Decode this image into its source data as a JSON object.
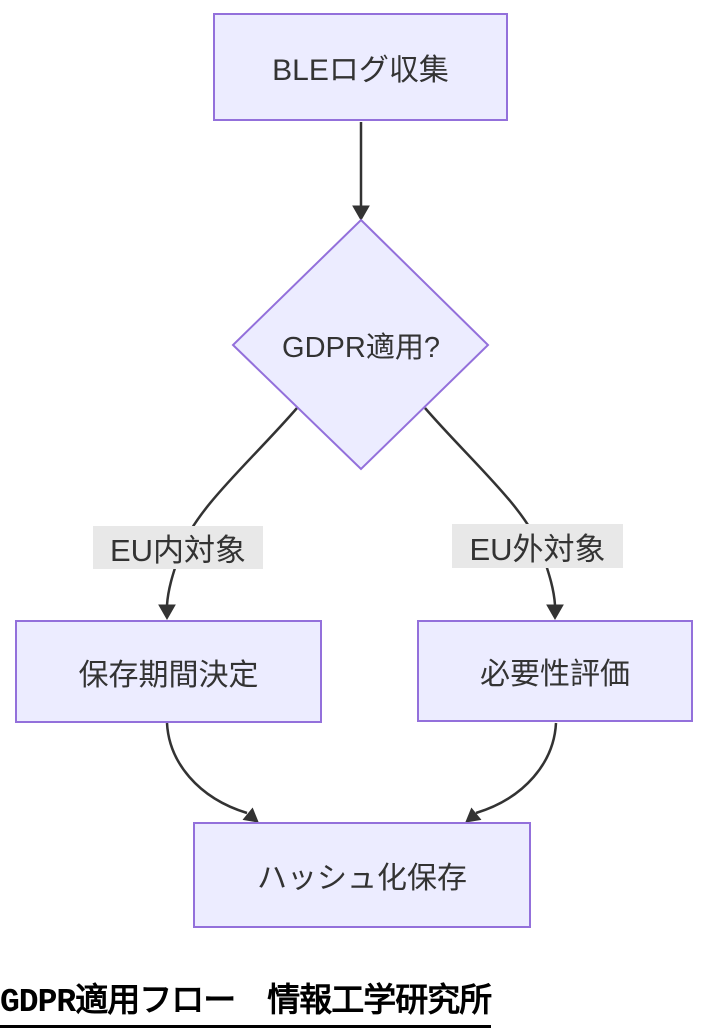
{
  "flowchart": {
    "nodes": {
      "collect": "BLEログ収集",
      "decision": "GDPR適用?",
      "retention": "保存期間決定",
      "necessity": "必要性評価",
      "hash_store": "ハッシュ化保存"
    },
    "edge_labels": {
      "eu_inside": "EU内対象",
      "eu_outside": "EU外対象"
    },
    "caption": "GDPR適用フロー　情報工学研究所",
    "colors": {
      "node_fill": "#ECECFF",
      "node_border": "#9370DB",
      "line": "#333333",
      "label_bg": "#e8e8e8",
      "node_text": "#333333",
      "caption_text": "#000000",
      "background": "#ffffff"
    }
  }
}
